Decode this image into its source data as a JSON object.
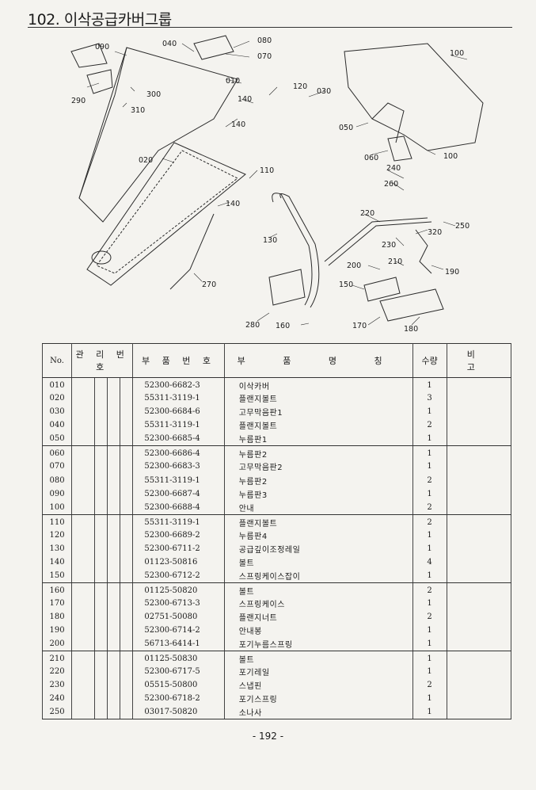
{
  "page": {
    "title": "102. 이삭공급카버그룹",
    "page_number": "- 192 -"
  },
  "diagram": {
    "callouts": [
      "090",
      "040",
      "080",
      "070",
      "100",
      "290",
      "300",
      "310",
      "010",
      "120",
      "030",
      "140",
      "140",
      "050",
      "020",
      "110",
      "060",
      "240",
      "100",
      "260",
      "140",
      "220",
      "250",
      "130",
      "230",
      "320",
      "200",
      "210",
      "190",
      "270",
      "150",
      "280",
      "160",
      "170",
      "180"
    ]
  },
  "table": {
    "headers": {
      "no": "No.",
      "management": "관 리 번 호",
      "part_number": "부 품 번 호",
      "part_name": "부 품 명 칭",
      "quantity": "수량",
      "remarks": "비 고"
    },
    "groups": [
      [
        {
          "no": "010",
          "part_number": "52300-6682-3",
          "name": "이삭카버",
          "qty": "1"
        },
        {
          "no": "020",
          "part_number": "55311-3119-1",
          "name": "플랜지볼트",
          "qty": "3"
        },
        {
          "no": "030",
          "part_number": "52300-6684-6",
          "name": "고무막음판1",
          "qty": "1"
        },
        {
          "no": "040",
          "part_number": "55311-3119-1",
          "name": "플랜지볼트",
          "qty": "2"
        },
        {
          "no": "050",
          "part_number": "52300-6685-4",
          "name": "누름판1",
          "qty": "1"
        }
      ],
      [
        {
          "no": "060",
          "part_number": "52300-6686-4",
          "name": "누름판2",
          "qty": "1"
        },
        {
          "no": "070",
          "part_number": "52300-6683-3",
          "name": "고무막음판2",
          "qty": "1"
        },
        {
          "no": "080",
          "part_number": "55311-3119-1",
          "name": "누름판2",
          "qty": "2"
        },
        {
          "no": "090",
          "part_number": "52300-6687-4",
          "name": "누름판3",
          "qty": "1"
        },
        {
          "no": "100",
          "part_number": "52300-6688-4",
          "name": "안내",
          "qty": "2"
        }
      ],
      [
        {
          "no": "110",
          "part_number": "55311-3119-1",
          "name": "플랜지볼트",
          "qty": "2"
        },
        {
          "no": "120",
          "part_number": "52300-6689-2",
          "name": "누름판4",
          "qty": "1"
        },
        {
          "no": "130",
          "part_number": "52300-6711-2",
          "name": "공급깊이조정레일",
          "qty": "1"
        },
        {
          "no": "140",
          "part_number": "01123-50816",
          "name": "볼트",
          "qty": "4"
        },
        {
          "no": "150",
          "part_number": "52300-6712-2",
          "name": "스프링케이스잡이",
          "qty": "1"
        }
      ],
      [
        {
          "no": "160",
          "part_number": "01125-50820",
          "name": "볼트",
          "qty": "2"
        },
        {
          "no": "170",
          "part_number": "52300-6713-3",
          "name": "스프링케이스",
          "qty": "1"
        },
        {
          "no": "180",
          "part_number": "02751-50080",
          "name": "플랜지너트",
          "qty": "2"
        },
        {
          "no": "190",
          "part_number": "52300-6714-2",
          "name": "안내봉",
          "qty": "1"
        },
        {
          "no": "200",
          "part_number": "56713-6414-1",
          "name": "포기누름스프링",
          "qty": "1"
        }
      ],
      [
        {
          "no": "210",
          "part_number": "01125-50830",
          "name": "볼트",
          "qty": "1"
        },
        {
          "no": "220",
          "part_number": "52300-6717-5",
          "name": "포기레일",
          "qty": "1"
        },
        {
          "no": "230",
          "part_number": "05515-50800",
          "name": "스냅핀",
          "qty": "2"
        },
        {
          "no": "240",
          "part_number": "52300-6718-2",
          "name": "포기스프링",
          "qty": "1"
        },
        {
          "no": "250",
          "part_number": "03017-50820",
          "name": "소나사",
          "qty": "1"
        }
      ]
    ]
  }
}
